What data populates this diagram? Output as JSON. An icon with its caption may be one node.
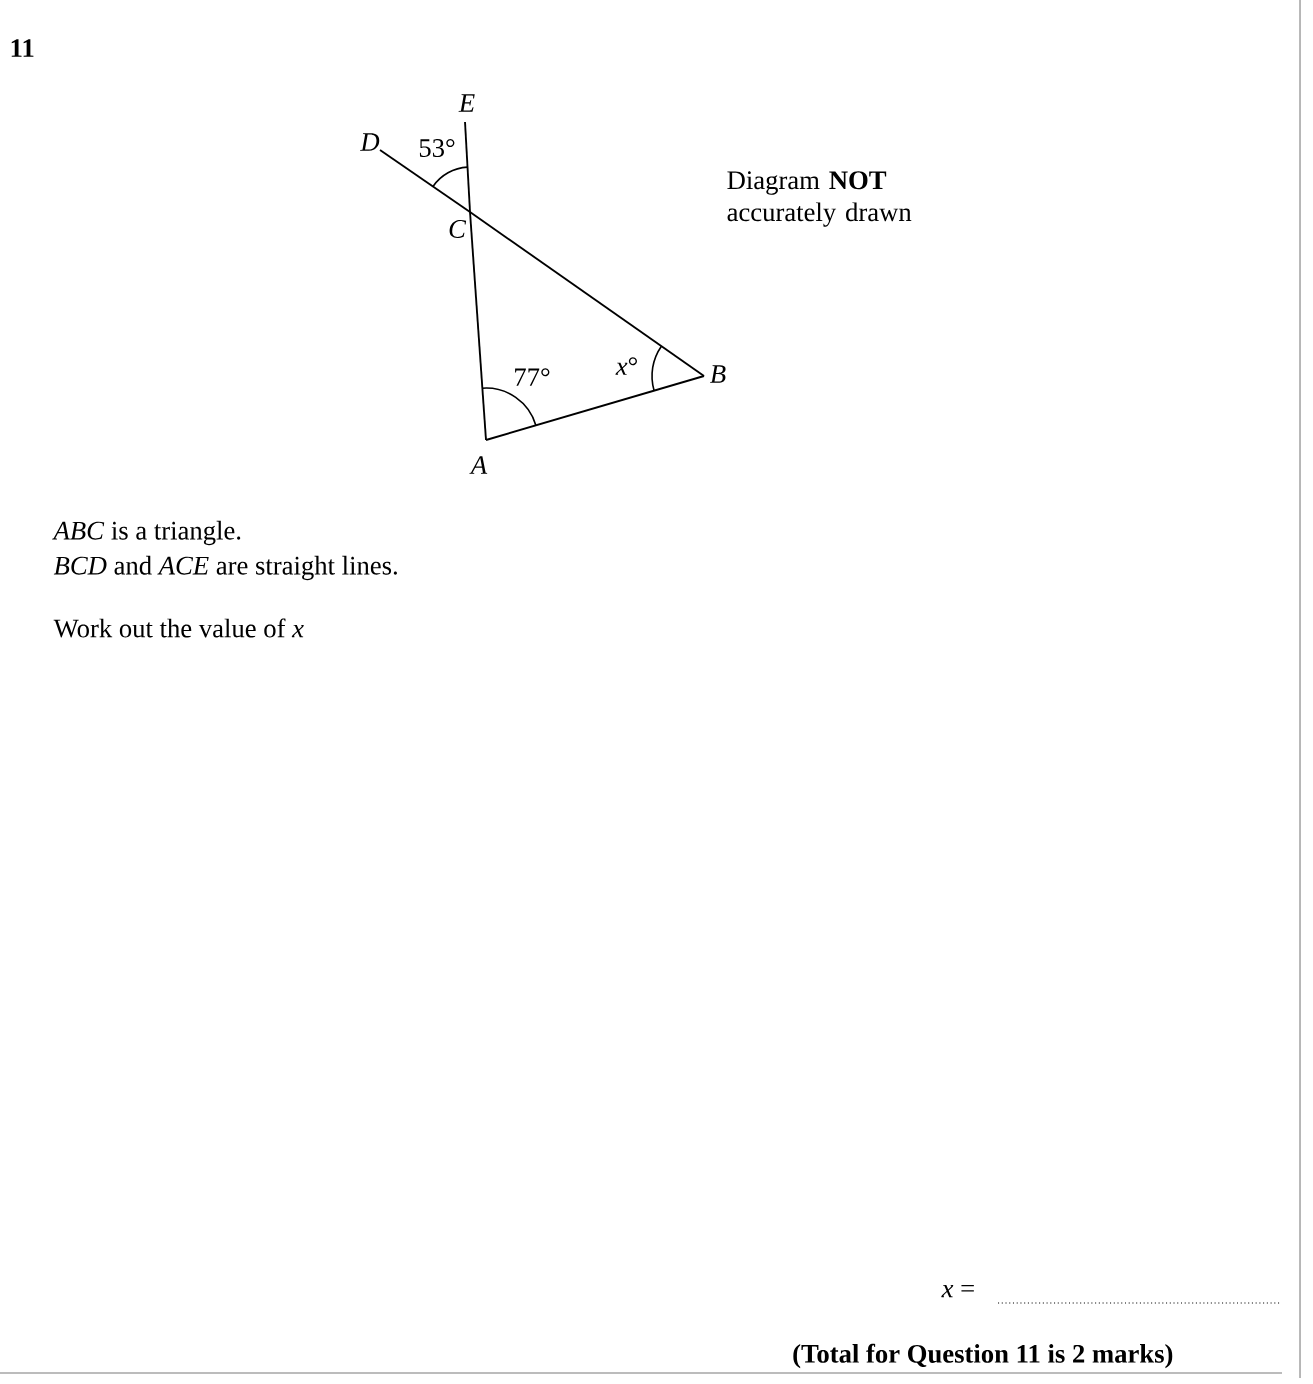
{
  "diagram": {
    "nodes": [
      {
        "text": [
          "A"
        ]
      },
      {
        "text": [
          "B"
        ]
      },
      {
        "text": [
          "C"
        ]
      },
      {
        "text": [
          "D"
        ]
      },
      {
        "text": [
          "E"
        ]
      }
    ],
    "edges": [
      {
        "from": 0,
        "to": 1,
        "arrow": "none"
      },
      {
        "from": 0,
        "to": 2,
        "arrow": "none"
      },
      {
        "from": 2,
        "to": 4,
        "arrow": "none"
      },
      {
        "from": 3,
        "to": 2,
        "arrow": "none"
      },
      {
        "from": 2,
        "to": 1,
        "arrow": "none"
      }
    ],
    "labels": [
      "11",
      "53°",
      "Diagram **NOT** accurately drawn",
      "77°",
      "*x*°",
      "*ABC* is a triangle.",
      "*BCD* and *ACE* are straight lines.",
      "Work out the value of *x*",
      "*x* =",
      "(Total for Question 11 is 2 marks)"
    ]
  }
}
